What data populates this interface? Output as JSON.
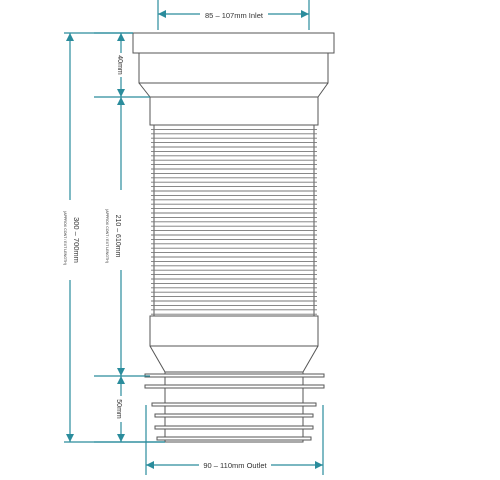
{
  "dimensions": {
    "inlet": "85 – 107mm Inlet",
    "outlet": "90 – 110mm Outlet",
    "top_section": "40mm",
    "mid_length": "210 – 610mm",
    "mid_note": "(APPROX CONT / EXT LENGTH)",
    "total_length": "300 – 700mm",
    "total_note": "(APPROX CONT / EXT LENGTH)",
    "bottom_section": "50mm"
  },
  "colors": {
    "dimension": "#2a8c9c",
    "outline": "#555555"
  }
}
